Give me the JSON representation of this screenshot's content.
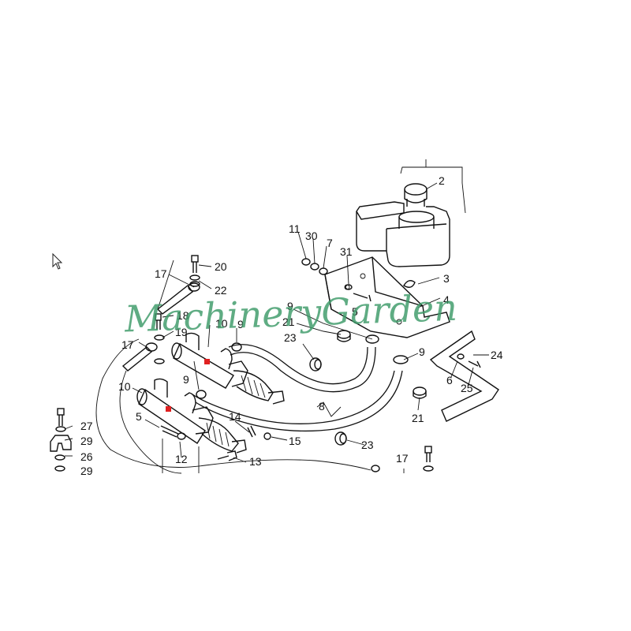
{
  "diagram": {
    "labels": [
      {
        "id": "l2",
        "text": "2"
      },
      {
        "id": "l3",
        "text": "3"
      },
      {
        "id": "l4",
        "text": "4"
      },
      {
        "id": "l5a",
        "text": "5"
      },
      {
        "id": "l5b",
        "text": "5"
      },
      {
        "id": "l6",
        "text": "6"
      },
      {
        "id": "l7",
        "text": "7"
      },
      {
        "id": "l8",
        "text": "8"
      },
      {
        "id": "l9a",
        "text": "9"
      },
      {
        "id": "l9b",
        "text": "9"
      },
      {
        "id": "l9c",
        "text": "9"
      },
      {
        "id": "l9d",
        "text": "9"
      },
      {
        "id": "l10a",
        "text": "10"
      },
      {
        "id": "l10b",
        "text": "10"
      },
      {
        "id": "l11",
        "text": "11"
      },
      {
        "id": "l12",
        "text": "12"
      },
      {
        "id": "l13",
        "text": "13"
      },
      {
        "id": "l14",
        "text": "14"
      },
      {
        "id": "l15",
        "text": "15"
      },
      {
        "id": "l17a",
        "text": "17"
      },
      {
        "id": "l17b",
        "text": "17"
      },
      {
        "id": "l17c",
        "text": "17"
      },
      {
        "id": "l18",
        "text": "18"
      },
      {
        "id": "l19",
        "text": "19"
      },
      {
        "id": "l20",
        "text": "20"
      },
      {
        "id": "l21a",
        "text": "21"
      },
      {
        "id": "l21b",
        "text": "21"
      },
      {
        "id": "l22",
        "text": "22"
      },
      {
        "id": "l23a",
        "text": "23"
      },
      {
        "id": "l23b",
        "text": "23"
      },
      {
        "id": "l24",
        "text": "24"
      },
      {
        "id": "l25",
        "text": "25"
      },
      {
        "id": "l26",
        "text": "26"
      },
      {
        "id": "l27",
        "text": "27"
      },
      {
        "id": "l29a",
        "text": "29"
      },
      {
        "id": "l29b",
        "text": "29"
      },
      {
        "id": "l30",
        "text": "30"
      },
      {
        "id": "l31",
        "text": "31"
      }
    ],
    "watermark": "MachineryGarden",
    "colors": {
      "line": "#111111",
      "watermark": "#3d9a68",
      "marker": "#e02020"
    },
    "cursor_icon": "mouse-pointer-icon"
  }
}
